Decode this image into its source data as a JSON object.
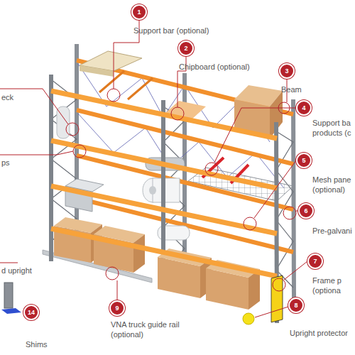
{
  "diagram": {
    "nodes": [
      {
        "text": [
          "1",
          "Support bar (optional)"
        ]
      },
      {
        "text": [
          "2",
          "Chipboard (optional)"
        ]
      },
      {
        "text": [
          "3",
          "Beam"
        ]
      },
      {
        "text": [
          "4",
          "Support ba products (c"
        ]
      },
      {
        "text": [
          "5",
          "Mesh pane (optional)"
        ]
      },
      {
        "text": [
          "6",
          "Pre-galvani"
        ]
      },
      {
        "text": [
          "7",
          "Frame p (optiona"
        ]
      },
      {
        "text": [
          "8",
          "Upright protector"
        ]
      },
      {
        "text": [
          "9",
          "VNA truck guide rail (optional)"
        ]
      },
      {
        "text": [
          "14",
          "Shims"
        ]
      }
    ],
    "labels": [
      "eck",
      "ps",
      "d upright"
    ]
  }
}
